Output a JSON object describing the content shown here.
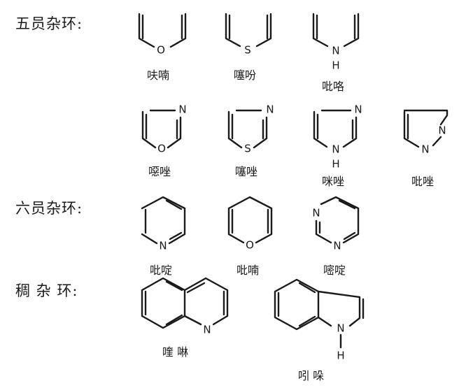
{
  "sections": {
    "five": "五员杂环:",
    "six": "六员杂环:",
    "fused": "稠 杂 环:"
  },
  "atoms": {
    "O": "O",
    "S": "S",
    "N": "N",
    "H": "H"
  },
  "compounds": {
    "furan": "呋喃",
    "thiophene": "噻吩",
    "pyrrole": "吡咯",
    "oxazole": "噁唑",
    "thiazole": "噻唑",
    "imidazole": "咪唑",
    "pyrazole": "吡唑",
    "pyridine": "吡啶",
    "pyran": "吡喃",
    "pyrimidine": "嘧啶",
    "quinoline": "喹 啉",
    "indole": "吲 哚"
  }
}
